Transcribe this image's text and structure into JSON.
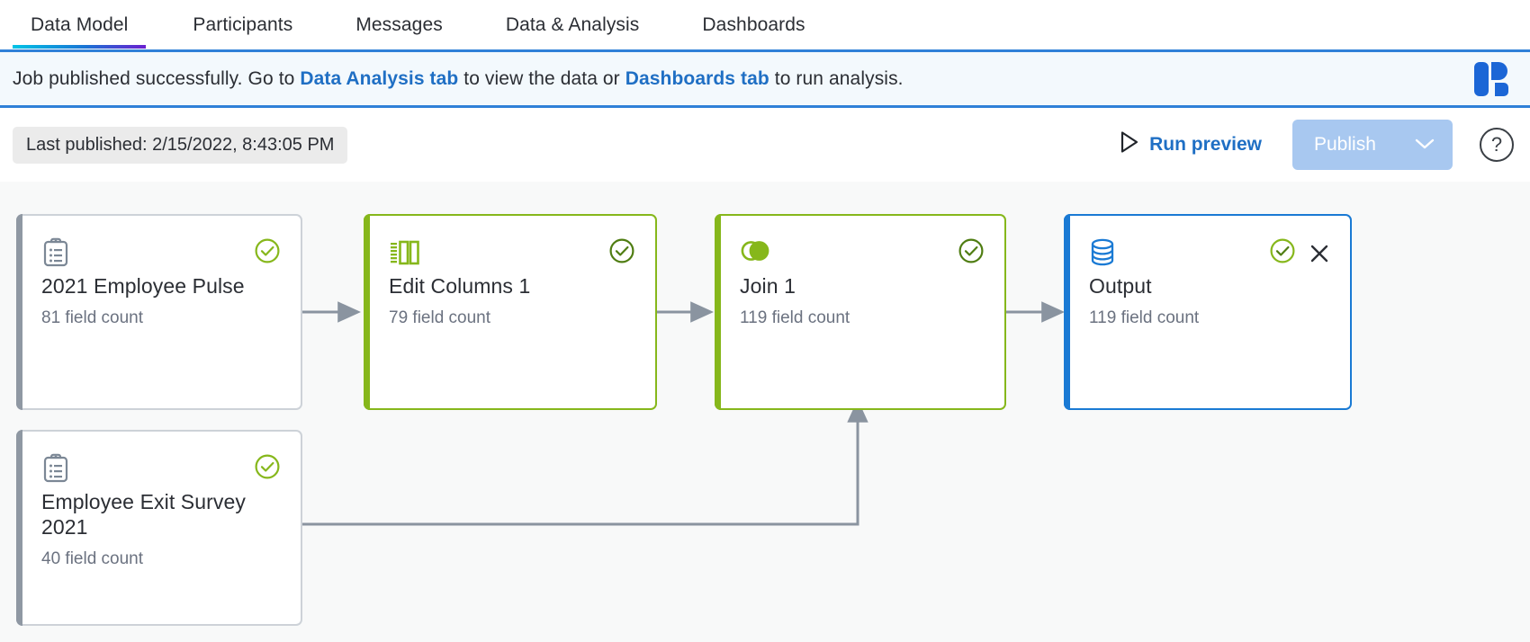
{
  "tabs": [
    {
      "label": "Data Model",
      "active": true
    },
    {
      "label": "Participants",
      "active": false
    },
    {
      "label": "Messages",
      "active": false
    },
    {
      "label": "Data & Analysis",
      "active": false
    },
    {
      "label": "Dashboards",
      "active": false
    }
  ],
  "banner": {
    "lead": "Job published successfully. Go to ",
    "link1": "Data Analysis tab",
    "mid": " to view the data or ",
    "link2": "Dashboards tab",
    "tail": " to run analysis.",
    "logo_name": "qualtrics-logo",
    "accent_color": "#2f80d8",
    "background_color": "#f3f9fd"
  },
  "toolbar": {
    "last_published": "Last published: 2/15/2022, 8:43:05 PM",
    "run_preview_label": "Run preview",
    "publish_label": "Publish",
    "publish_disabled": true,
    "help_label": "?",
    "link_color": "#1f6fc4",
    "publish_color": "#a8c8f0"
  },
  "canvas": {
    "background_color": "#f8f9f9",
    "edge_color": "#8a94a0",
    "nodes": [
      {
        "id": "source-pulse",
        "name": "2021 Employee Pulse",
        "field_count": "81 field count",
        "icon": "clipboard-survey-icon",
        "status": "valid",
        "accent": "#8f98a3",
        "closable": false
      },
      {
        "id": "edit-columns-1",
        "name": "Edit Columns 1",
        "field_count": "79 field count",
        "icon": "columns-icon",
        "status": "valid",
        "accent": "#86b71b",
        "closable": false
      },
      {
        "id": "join-1",
        "name": "Join 1",
        "field_count": "119 field count",
        "icon": "join-venn-icon",
        "status": "valid",
        "accent": "#86b71b",
        "closable": false
      },
      {
        "id": "output",
        "name": "Output",
        "field_count": "119 field count",
        "icon": "database-icon",
        "status": "valid",
        "accent": "#1a7ad4",
        "closable": true
      },
      {
        "id": "source-exit-survey",
        "name": "Employee Exit Survey 2021",
        "field_count": "40 field count",
        "icon": "clipboard-survey-icon",
        "status": "valid",
        "accent": "#8f98a3",
        "closable": false
      }
    ]
  }
}
